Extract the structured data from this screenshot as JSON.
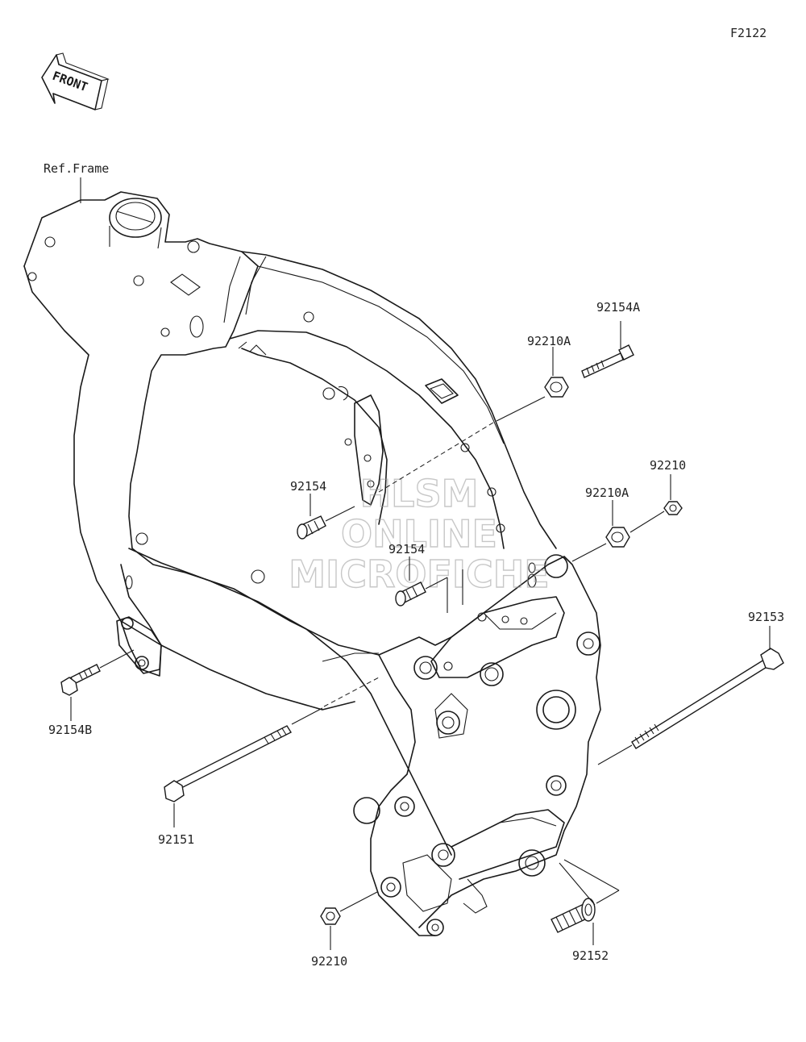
{
  "figure_code": "F2122",
  "front_label": "FRONT",
  "ref_label": "Ref.Frame",
  "watermark": [
    "HLSM",
    "ONLINE",
    "MICROFICHE"
  ],
  "parts": {
    "p92154A": "92154A",
    "p92210A_top": "92210A",
    "p92210_right": "92210",
    "p92210A_mid": "92210A",
    "p92154_a": "92154",
    "p92154_b": "92154",
    "p92153": "92153",
    "p92154B": "92154B",
    "p92151": "92151",
    "p92210_bottom": "92210",
    "p92152": "92152"
  }
}
